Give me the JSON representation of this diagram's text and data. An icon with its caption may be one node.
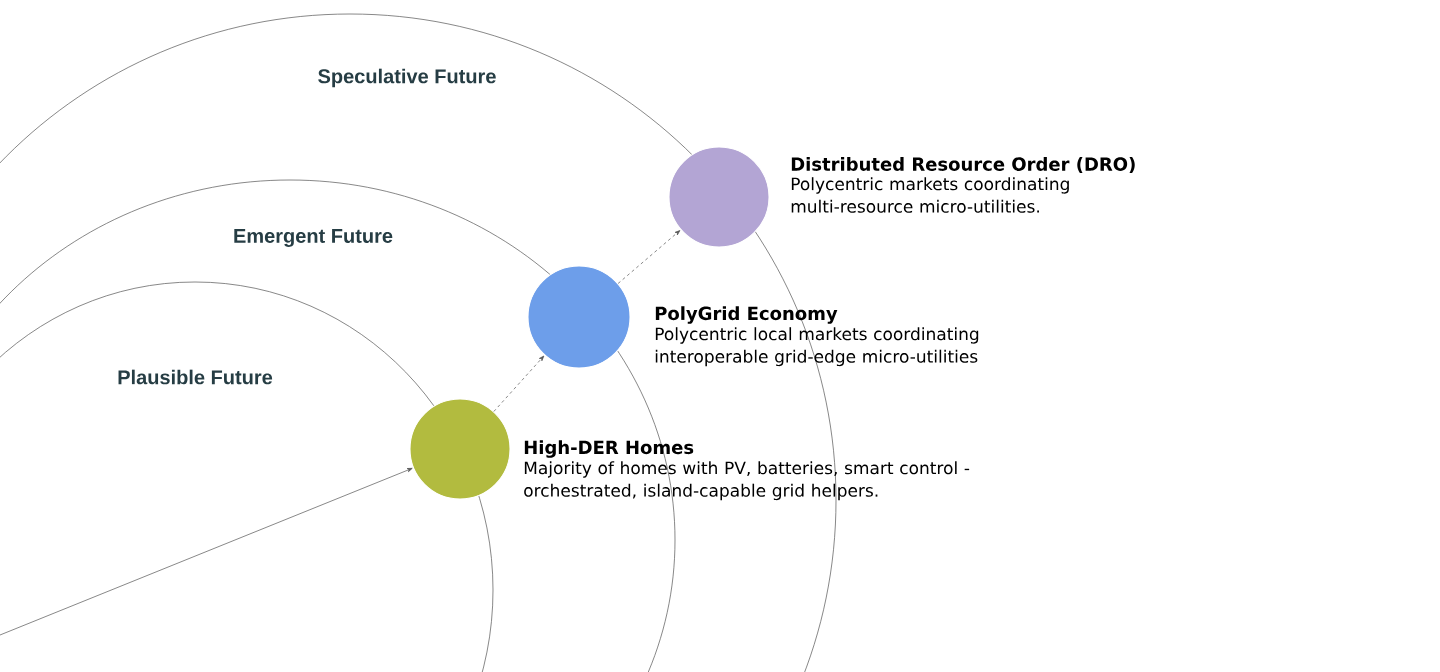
{
  "diagram": {
    "nodes": [
      {
        "text": [
          "High-DER Homes",
          "Majority of homes with PV, batteries, smart control - orchestrated, island-capable grid helpers."
        ]
      },
      {
        "text": [
          "PolyGrid Economy",
          "Polycentric local markets coordinating interoperable grid-edge micro-utilities"
        ]
      },
      {
        "text": [
          "Distributed Resource Order (DRO)",
          "Polycentric markets coordinating multi-resource micro-utilities."
        ]
      }
    ],
    "edges": [
      {
        "from": null,
        "to": 0,
        "arrow": "to"
      },
      {
        "from": 0,
        "to": 1,
        "arrow": "to",
        "style": "dashed"
      },
      {
        "from": 1,
        "to": 2,
        "arrow": "to",
        "style": "dashed"
      }
    ],
    "labels": [
      "Speculative Future",
      "Emergent Future",
      "Plausible Future"
    ]
  }
}
